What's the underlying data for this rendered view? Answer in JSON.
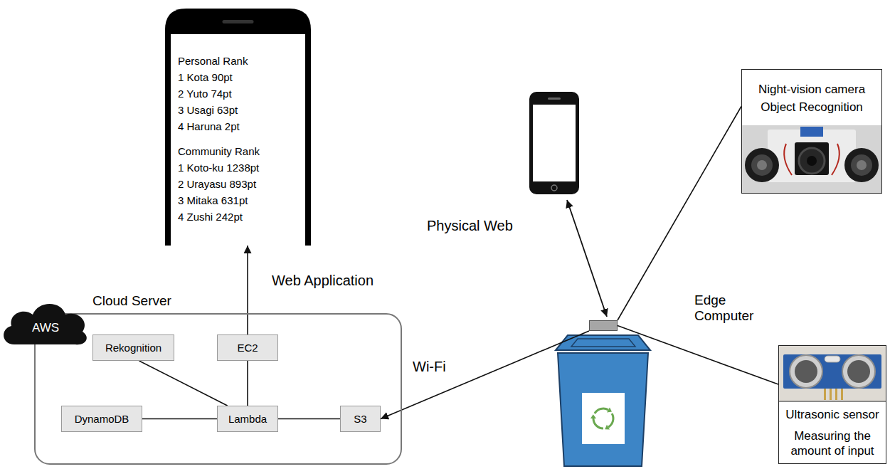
{
  "diagram": {
    "nodes": [
      {
        "text": [
          "Personal Rank",
          "1 Kota 90pt",
          "2 Yuto 74pt",
          "3 Usagi 63pt",
          "4 Haruna 2pt",
          "Community Rank",
          "1 Koto-ku 1238pt",
          "2 Urayasu 893pt",
          "3 Mitaka 631pt",
          "4 Zushi 242pt"
        ]
      },
      {
        "text": [
          "Night-vision camera",
          "Object Recognition"
        ]
      },
      {
        "text": [
          "Edge Computer"
        ]
      },
      {
        "text": [
          "Ultrasonic sensor",
          "Measuring the amount of input"
        ]
      },
      {
        "text": [
          "AWS"
        ]
      },
      {
        "text": [
          "Cloud Server"
        ]
      },
      {
        "text": [
          "Rekognition"
        ],
        "in": 5
      },
      {
        "text": [
          "EC2"
        ],
        "in": 5
      },
      {
        "text": [
          "DynamoDB"
        ],
        "in": 5
      },
      {
        "text": [
          "Lambda"
        ],
        "in": 5
      },
      {
        "text": [
          "S3"
        ],
        "in": 5
      }
    ],
    "edges": [
      {
        "from": 2,
        "to": 10,
        "label": "Wi-Fi",
        "arrow": "to"
      },
      {
        "from": 7,
        "to": 0,
        "label": "Web Application",
        "arrow": "to"
      },
      {
        "from": 6,
        "to": 9,
        "arrow": "none"
      },
      {
        "from": 8,
        "to": 9,
        "arrow": "none"
      },
      {
        "from": 7,
        "to": 9,
        "arrow": "none"
      },
      {
        "from": 9,
        "to": 10,
        "arrow": "none"
      },
      {
        "from": 2,
        "to": 1,
        "arrow": "none"
      },
      {
        "from": 2,
        "to": 3,
        "arrow": "none"
      }
    ],
    "labels": [
      "Physical Web"
    ]
  }
}
